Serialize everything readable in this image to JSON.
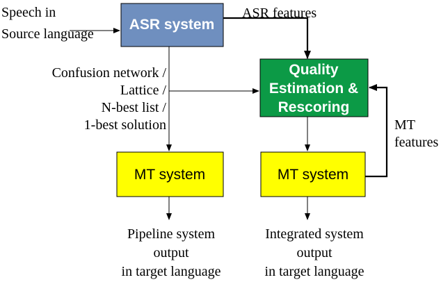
{
  "input": {
    "line1": "Speech in",
    "line2": "Source language"
  },
  "asr_box": {
    "label": "ASR system",
    "color": "#6f8fbf"
  },
  "asr_features_label": "ASR features",
  "hypotheses": {
    "line1": "Confusion network /",
    "line2": "Lattice /",
    "line3": "N-best list /",
    "line4": "1-best solution"
  },
  "qe_box": {
    "line1": "Quality",
    "line2": "Estimation &",
    "line3": "Rescoring",
    "color": "#0c9a46"
  },
  "mt_features_label": {
    "line1": "MT",
    "line2": "features"
  },
  "mt_left": {
    "label": "MT system",
    "color": "#ffff00"
  },
  "mt_right": {
    "label": "MT system",
    "color": "#ffff00"
  },
  "pipeline_output": {
    "line1": "Pipeline system",
    "line2": "output",
    "line3": "in target language"
  },
  "integrated_output": {
    "line1": "Integrated system",
    "line2": "output",
    "line3": "in target language"
  }
}
